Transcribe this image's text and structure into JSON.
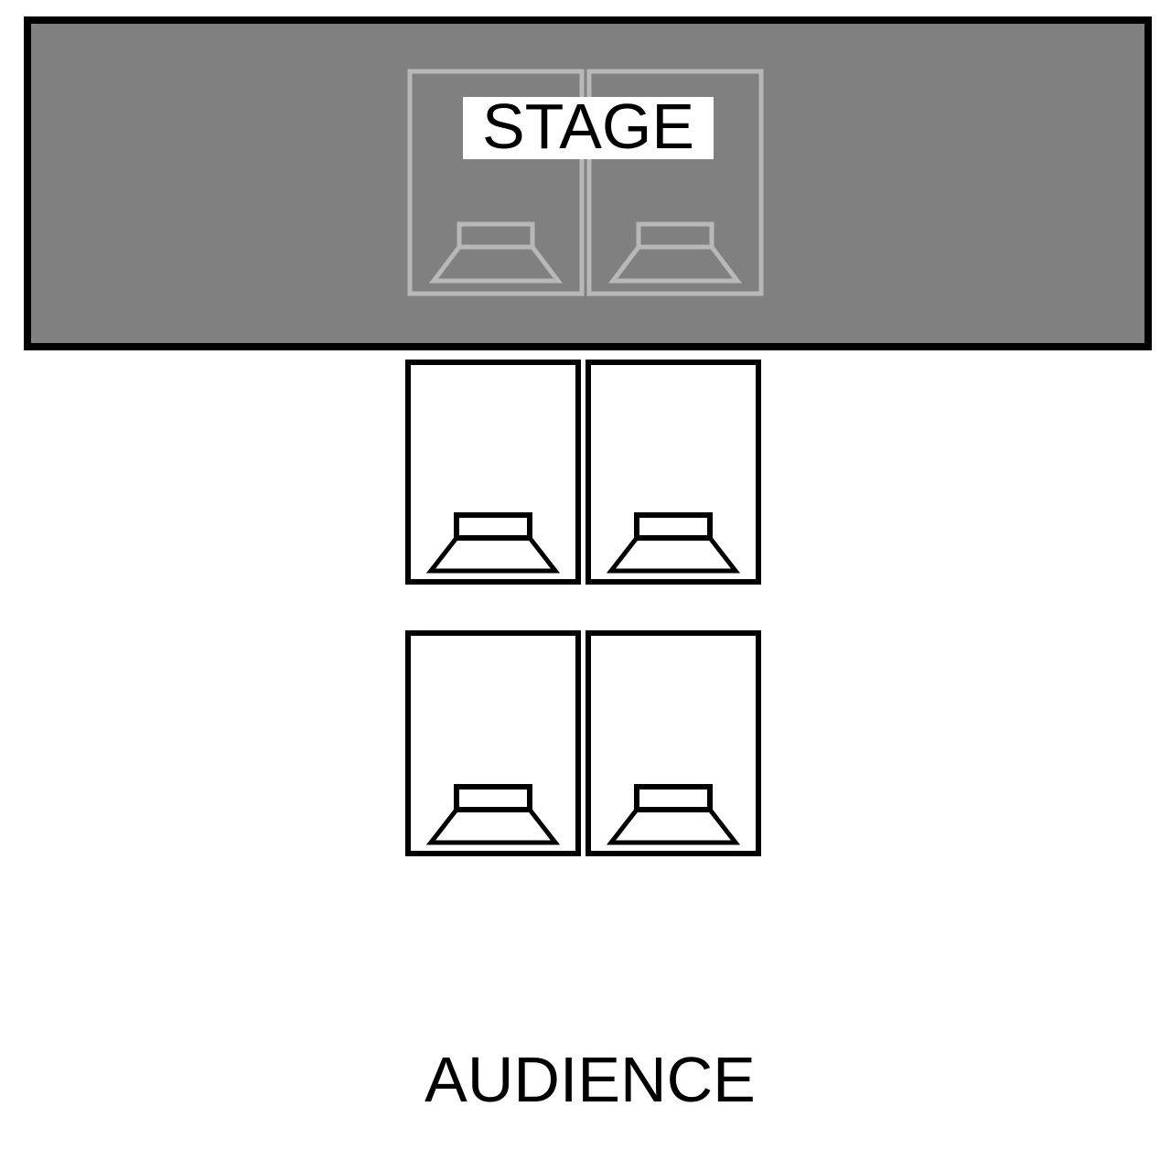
{
  "diagram": {
    "stage_label": "STAGE",
    "audience_label": "AUDIENCE"
  },
  "colors": {
    "stage_fill": "#808080",
    "stage_border": "#000000",
    "onstage_speaker_outline": "#b8b8b8",
    "floor_speaker_outline": "#000000",
    "label_background": "#ffffff",
    "text": "#000000"
  },
  "speakers": {
    "on_stage_count": 2,
    "floor_count": 4
  }
}
